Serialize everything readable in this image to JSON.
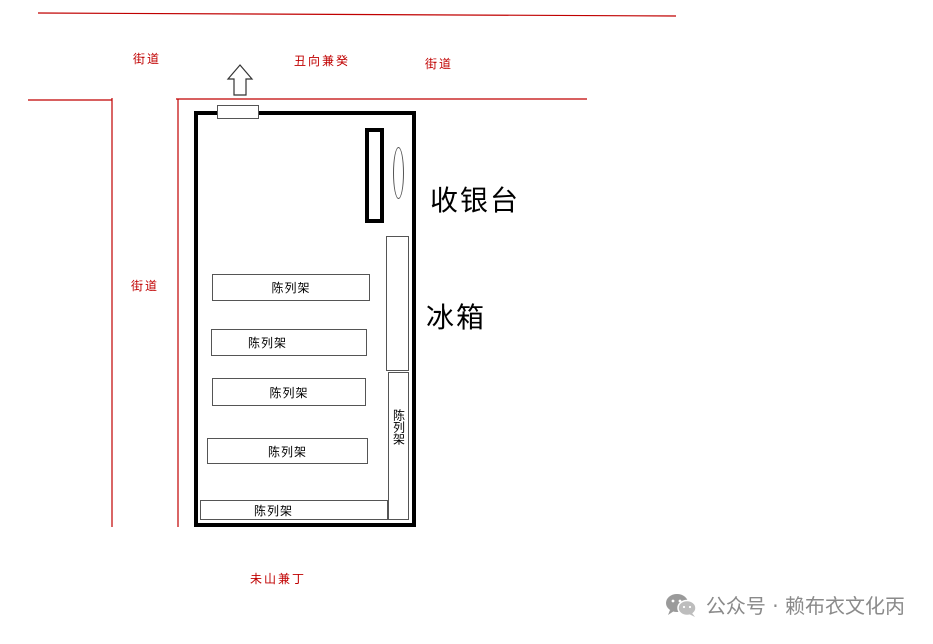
{
  "colors": {
    "street_line": "#c00000",
    "wall": "#000000",
    "fixture_border": "#555555",
    "watermark": "#8a8a8a"
  },
  "streets": {
    "top_left": "街道",
    "top_center": "丑向兼癸",
    "top_right": "街道",
    "left": "街道",
    "bottom": "未山兼丁"
  },
  "store": {
    "cashier_label": "收银台",
    "fridge_label": "冰箱",
    "shelf_label": "陈列架",
    "shelves": [
      {
        "label": "陈列架"
      },
      {
        "label": "陈列架"
      },
      {
        "label": "陈列架"
      },
      {
        "label": "陈列架"
      },
      {
        "label": "陈列架"
      }
    ],
    "side_shelf_label": "陈列架"
  },
  "icons": {
    "entrance_arrow": "up-arrow-icon",
    "watermark_logo": "wechat-icon"
  },
  "watermark": {
    "text": "公众号 · 赖布衣文化丙"
  }
}
